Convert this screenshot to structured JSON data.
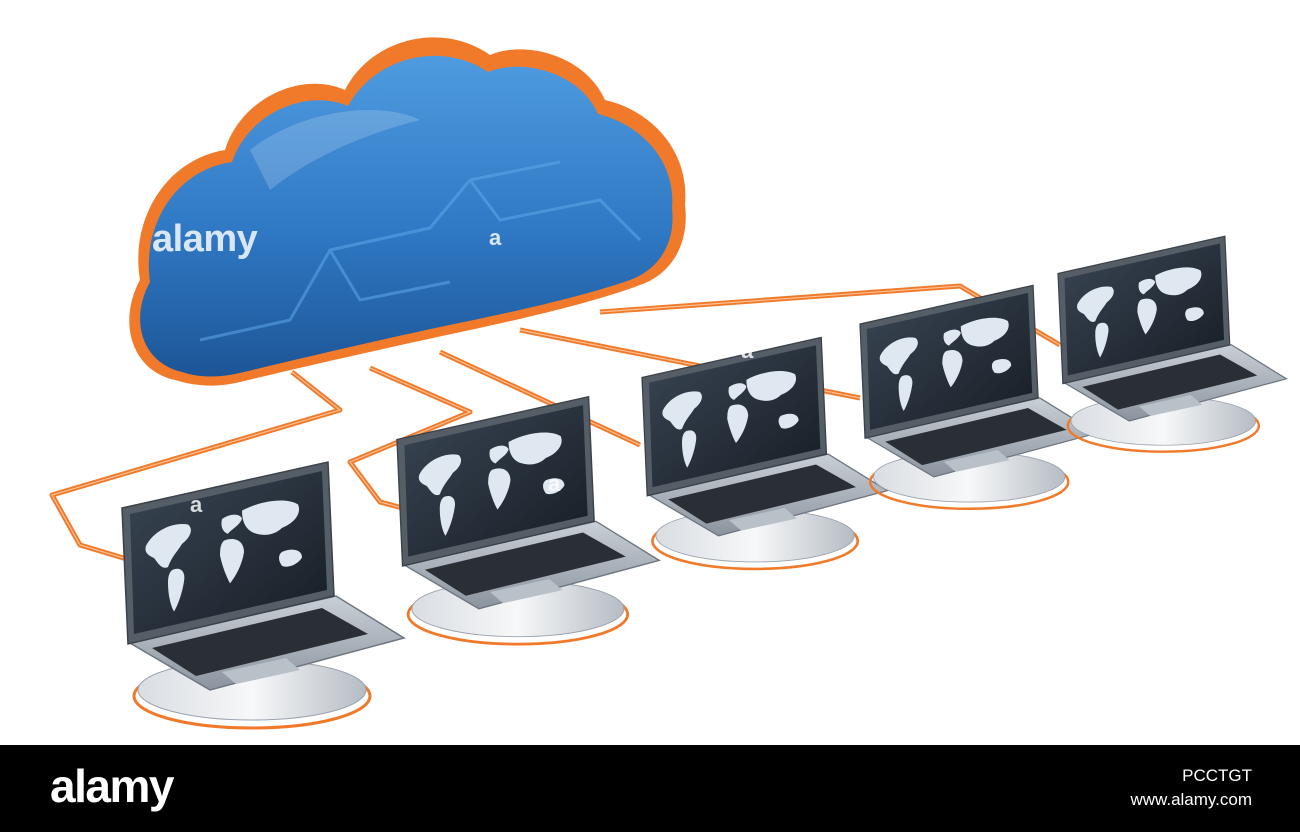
{
  "watermark": {
    "main": "alamy",
    "mark": "a"
  },
  "footer": {
    "logo": "alamy",
    "image_id": "PCCTGT",
    "url": "www.alamy.com"
  },
  "colors": {
    "cloud": "#2f78c4",
    "cable": "#f07a2a",
    "laptop_body": "#9aa3ad",
    "screen": "#1e2630",
    "footer_bg": "#000000"
  },
  "icons": [
    "cloud-icon",
    "laptop-icon",
    "world-map-icon"
  ]
}
